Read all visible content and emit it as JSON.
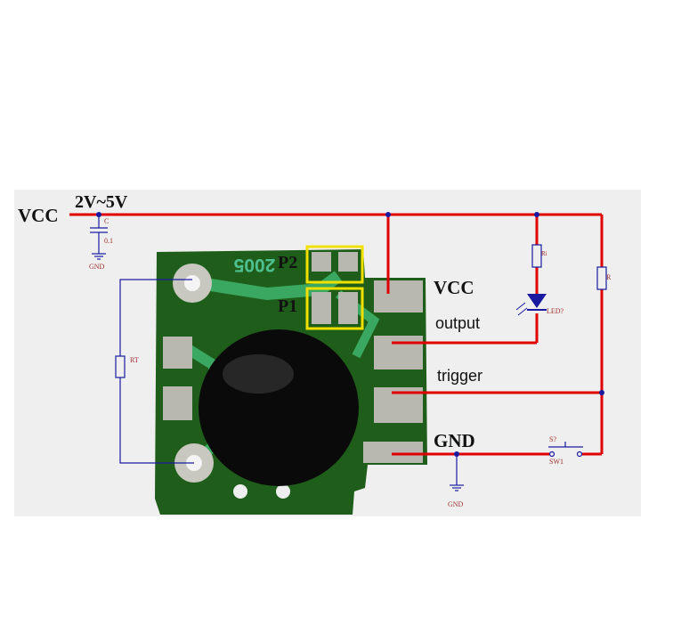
{
  "labels": {
    "vcc_left": "VCC",
    "voltage": "2V~5V",
    "cap": "C",
    "cap_value": "0.1",
    "gnd_cap": "GND",
    "rt": "RT",
    "p2": "P2",
    "p1": "P1",
    "pcb_text": "2005",
    "vcc_pin": "VCC",
    "output": "output",
    "trigger": "trigger",
    "gnd_pin": "GND",
    "gnd_bottom": "GND",
    "ri": "Ri",
    "led": "LED?",
    "r": "R",
    "sw_ref": "S?",
    "sw_name": "SW1"
  },
  "colors": {
    "wire_red": "#e00000",
    "wire_blue": "#1a1aa0",
    "pcb_green": "#1f5e1a",
    "pcb_trace": "#3aa860",
    "pad_silver": "#b8b8b0",
    "blob_black": "#0a0a0a",
    "highlight_yellow": "#f0e000",
    "photo_bg": "#efefef"
  }
}
